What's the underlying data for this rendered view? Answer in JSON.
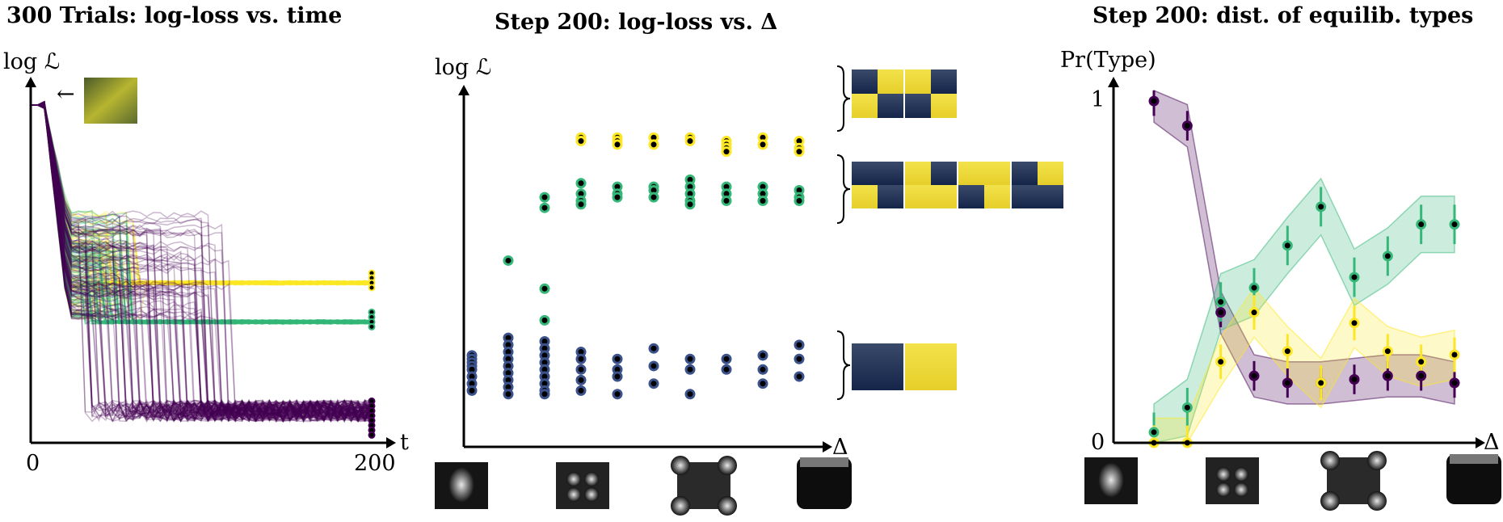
{
  "chart_data": [
    {
      "type": "line",
      "title": "300 Trials: log-loss vs. time",
      "xlabel": "t",
      "ylabel": "log ℒ",
      "x_ticks": [
        "0",
        "200"
      ],
      "xlim": [
        0,
        200
      ],
      "annotation": "←",
      "plateaus": [
        {
          "color": "#fde725",
          "level": 0.45,
          "start_t": 35
        },
        {
          "color": "#35b779",
          "level": 0.34,
          "start_t": 30
        },
        {
          "color": "#440154",
          "level": 0.09,
          "start_t": 30
        }
      ],
      "start_level": 0.95
    },
    {
      "type": "scatter",
      "title": "Step 200: log-loss vs. Δ",
      "xlabel": "Δ",
      "ylabel": "log ℒ",
      "x": [
        1,
        2,
        3,
        4,
        5,
        6,
        7,
        8,
        9,
        10
      ],
      "series": [
        {
          "color": "#fde725",
          "values": [
            [],
            [],
            [],
            [
              0.88,
              0.87
            ],
            [
              0.88,
              0.87,
              0.86
            ],
            [
              0.88,
              0.86
            ],
            [
              0.88,
              0.87
            ],
            [
              0.87,
              0.86,
              0.85,
              0.84
            ],
            [
              0.88,
              0.86
            ],
            [
              0.87,
              0.85,
              0.84
            ]
          ]
        },
        {
          "color": "#35b779",
          "values": [
            [],
            [
              0.53
            ],
            [
              0.71,
              0.68,
              0.45,
              0.36
            ],
            [
              0.75,
              0.72,
              0.7,
              0.69
            ],
            [
              0.74,
              0.72,
              0.71
            ],
            [
              0.74,
              0.73,
              0.71
            ],
            [
              0.76,
              0.74,
              0.72,
              0.7,
              0.69
            ],
            [
              0.74,
              0.72,
              0.7
            ],
            [
              0.74,
              0.72,
              0.7
            ],
            [
              0.73,
              0.71,
              0.7
            ]
          ]
        },
        {
          "color": "#3b528b",
          "values": [
            [
              0.26,
              0.25,
              0.24,
              0.23,
              0.22,
              0.2,
              0.18,
              0.16
            ],
            [
              0.31,
              0.29,
              0.27,
              0.25,
              0.23,
              0.21,
              0.19,
              0.17,
              0.15
            ],
            [
              0.3,
              0.28,
              0.26,
              0.24,
              0.22,
              0.2,
              0.18,
              0.16,
              0.15
            ],
            [
              0.27,
              0.25,
              0.22,
              0.19,
              0.16
            ],
            [
              0.25,
              0.22,
              0.2,
              0.15
            ],
            [
              0.28,
              0.23,
              0.18
            ],
            [
              0.25,
              0.22,
              0.15
            ],
            [
              0.25,
              0.22
            ],
            [
              0.26,
              0.22,
              0.18
            ],
            [
              0.29,
              0.25,
              0.2
            ]
          ]
        }
      ]
    },
    {
      "type": "line",
      "title": "Step 200: dist. of equilib. types",
      "xlabel": "Δ",
      "ylabel": "Pr(Type)",
      "y_ticks": [
        "0",
        "1"
      ],
      "ylim": [
        0,
        1
      ],
      "x": [
        1,
        2,
        3,
        4,
        5,
        6,
        7,
        8,
        9,
        10
      ],
      "series": [
        {
          "color": "#440154",
          "values": [
            0.97,
            0.9,
            0.37,
            0.19,
            0.17,
            0.17,
            0.18,
            0.19,
            0.19,
            0.17
          ],
          "band": 0.06
        },
        {
          "color": "#35b779",
          "values": [
            0.03,
            0.1,
            0.4,
            0.44,
            0.56,
            0.67,
            0.47,
            0.53,
            0.62,
            0.62
          ],
          "band": 0.08
        },
        {
          "color": "#fde725",
          "values": [
            0.0,
            0.0,
            0.23,
            0.37,
            0.26,
            0.17,
            0.34,
            0.26,
            0.23,
            0.25
          ],
          "band": 0.07
        }
      ]
    }
  ]
}
